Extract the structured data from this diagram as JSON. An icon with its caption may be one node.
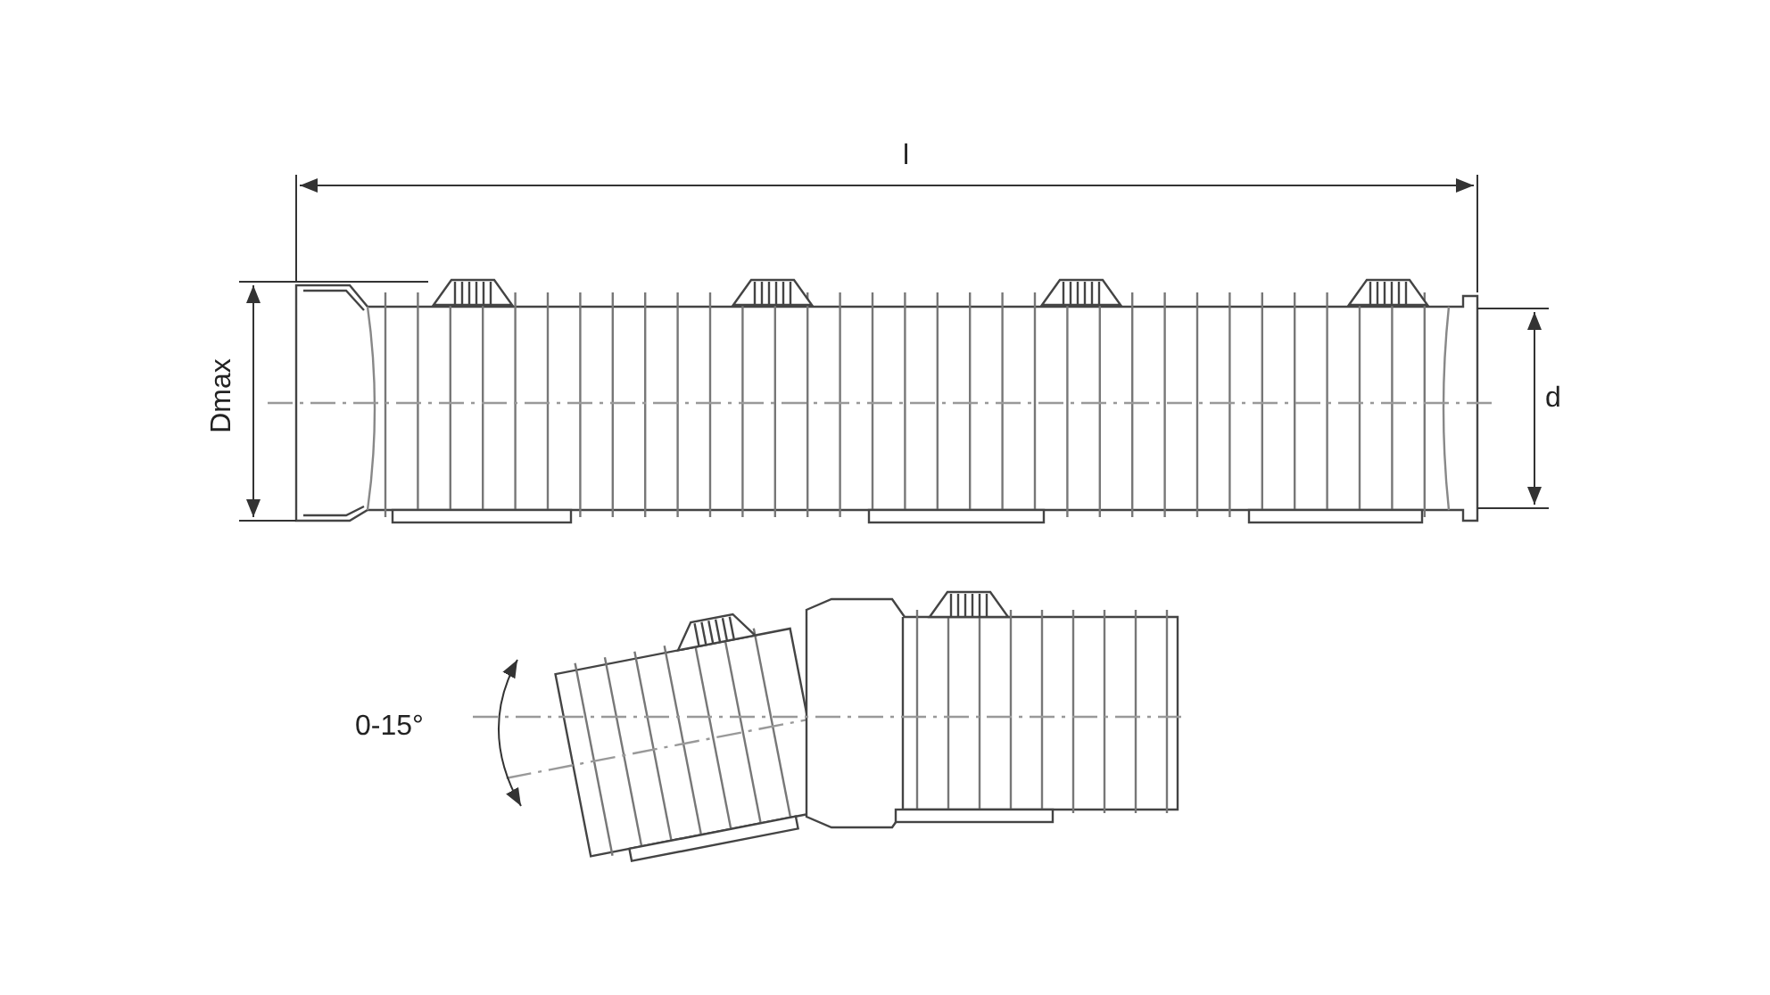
{
  "diagram": {
    "labels": [
      "l",
      "Dmax",
      "d",
      "0-15°"
    ]
  }
}
